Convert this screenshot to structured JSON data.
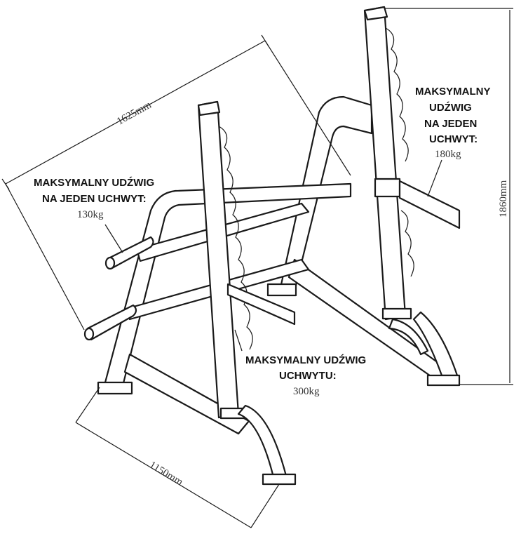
{
  "labels": {
    "left_line1": "MAKSYMALNY UDŹWIG",
    "left_line2": "NA JEDEN UCHWYT:",
    "left_value": "130kg",
    "right_line1": "MAKSYMALNY",
    "right_line2": "UDŹWIG",
    "right_line3": "NA JEDEN",
    "right_line4": "UCHWYT:",
    "right_value": "180kg",
    "center_line1": "MAKSYMALNY UDŹWIG",
    "center_line2": "UCHWYTU:",
    "center_value": "300kg"
  },
  "dimensions": {
    "length": "1625mm",
    "height": "1860mm",
    "width": "1150mm"
  }
}
